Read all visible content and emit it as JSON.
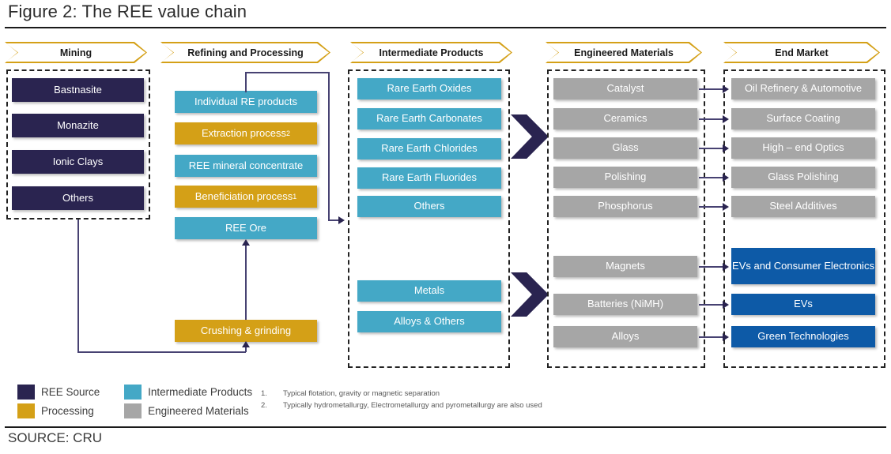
{
  "figure": {
    "title": "Figure 2: The REE value chain",
    "source": "SOURCE: CRU"
  },
  "columns": [
    {
      "key": "mining",
      "header": "Mining"
    },
    {
      "key": "refining",
      "header": "Refining and Processing"
    },
    {
      "key": "intermediate",
      "header": "Intermediate Products"
    },
    {
      "key": "engineered",
      "header": "Engineered Materials"
    },
    {
      "key": "endmarket",
      "header": "End Market"
    }
  ],
  "mining": {
    "items": [
      {
        "label": "Bastnasite",
        "color": "navy"
      },
      {
        "label": "Monazite",
        "color": "navy"
      },
      {
        "label": "Ionic Clays",
        "color": "navy"
      },
      {
        "label": "Others",
        "color": "navy"
      }
    ]
  },
  "refining": {
    "items": [
      {
        "label": "Individual RE products",
        "color": "teal"
      },
      {
        "label": "Extraction process",
        "sup": "2",
        "color": "gold"
      },
      {
        "label": "REE mineral concentrate",
        "color": "teal"
      },
      {
        "label": "Beneficiation process",
        "sup": "1",
        "color": "gold"
      },
      {
        "label": "REE Ore",
        "color": "teal"
      },
      {
        "label": "Crushing & grinding",
        "color": "gold"
      }
    ]
  },
  "intermediate": {
    "group_top": [
      {
        "label": "Rare Earth Oxides",
        "color": "teal"
      },
      {
        "label": "Rare Earth Carbonates",
        "color": "teal"
      },
      {
        "label": "Rare Earth Chlorides",
        "color": "teal"
      },
      {
        "label": "Rare Earth Fluorides",
        "color": "teal"
      },
      {
        "label": "Others",
        "color": "teal"
      }
    ],
    "group_bottom": [
      {
        "label": "Metals",
        "color": "teal"
      },
      {
        "label": "Alloys & Others",
        "color": "teal"
      }
    ]
  },
  "engineered": {
    "group_top": [
      {
        "label": "Catalyst",
        "color": "gray"
      },
      {
        "label": "Ceramics",
        "color": "gray"
      },
      {
        "label": "Glass",
        "color": "gray"
      },
      {
        "label": "Polishing",
        "color": "gray"
      },
      {
        "label": "Phosphorus",
        "color": "gray"
      }
    ],
    "group_bottom": [
      {
        "label": "Magnets",
        "color": "gray"
      },
      {
        "label": "Batteries (NiMH)",
        "color": "gray"
      },
      {
        "label": "Alloys",
        "color": "gray"
      }
    ]
  },
  "endmarket": {
    "group_top": [
      {
        "label": "Oil Refinery & Automotive",
        "color": "gray"
      },
      {
        "label": "Surface Coating",
        "color": "gray"
      },
      {
        "label": "High – end Optics",
        "color": "gray"
      },
      {
        "label": "Glass Polishing",
        "color": "gray"
      },
      {
        "label": "Steel Additives",
        "color": "gray"
      }
    ],
    "group_bottom": [
      {
        "label": "EVs and Consumer Electronics",
        "color": "blue"
      },
      {
        "label": "EVs",
        "color": "blue"
      },
      {
        "label": "Green Technologies",
        "color": "blue"
      }
    ]
  },
  "legend": {
    "items": [
      {
        "label": "REE Source",
        "color": "navy"
      },
      {
        "label": "Intermediate Products",
        "color": "teal"
      },
      {
        "label": "Processing",
        "color": "gold"
      },
      {
        "label": "Engineered Materials",
        "color": "gray"
      }
    ]
  },
  "footnotes": [
    {
      "num": "1.",
      "text": "Typical flotation, gravity or magnetic separation"
    },
    {
      "num": "2.",
      "text": "Typically hydrometallurgy, Electrometallurgy and pyrometallurgy are also used"
    }
  ],
  "palette": {
    "navy": "#2a2450",
    "teal": "#44a8c6",
    "gold": "#d4a017",
    "gray": "#a6a6a6",
    "blue": "#0d5aa7",
    "banner_border": "#d4a017",
    "connector": "#474272"
  }
}
